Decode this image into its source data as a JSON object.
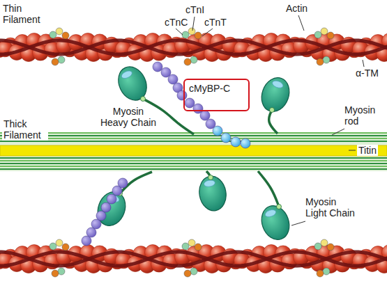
{
  "diagram": {
    "nodes": [
      {
        "text": [
          "cMyBP-C"
        ]
      }
    ],
    "labels": [
      "Thin Filament",
      "cTnC",
      "cTnI",
      "cTnT",
      "Actin",
      "α-TM",
      "Myosin Heavy Chain",
      "Myosin rod",
      "Thick Filament",
      "Titin",
      "Myosin Light Chain"
    ]
  }
}
